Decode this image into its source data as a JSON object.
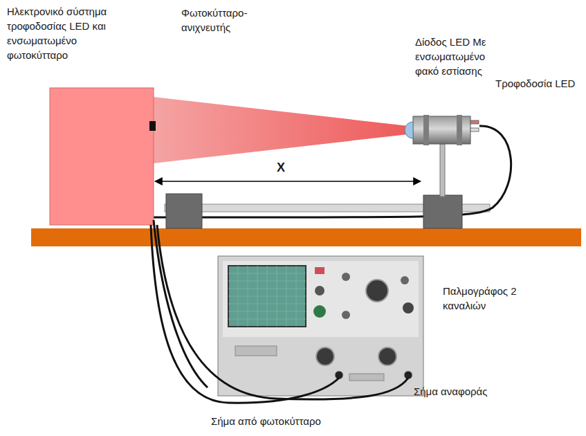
{
  "diagram": {
    "labels": [
      "Ηλεκτρονικό σύστημα τροφοδοσίας LED και ενσωματωμένο φωτοκύτταρο",
      "Φωτοκύτταρο- ανιχνευτής",
      "Δίοδος LED Με ενσωματωμένο φακό εστίασης",
      "Τροφοδοσία LED",
      "X",
      "Παλμογράφος 2 καναλιών",
      "Σήμα αναφοράς",
      "Σήμα από φωτοκύτταρο"
    ]
  }
}
